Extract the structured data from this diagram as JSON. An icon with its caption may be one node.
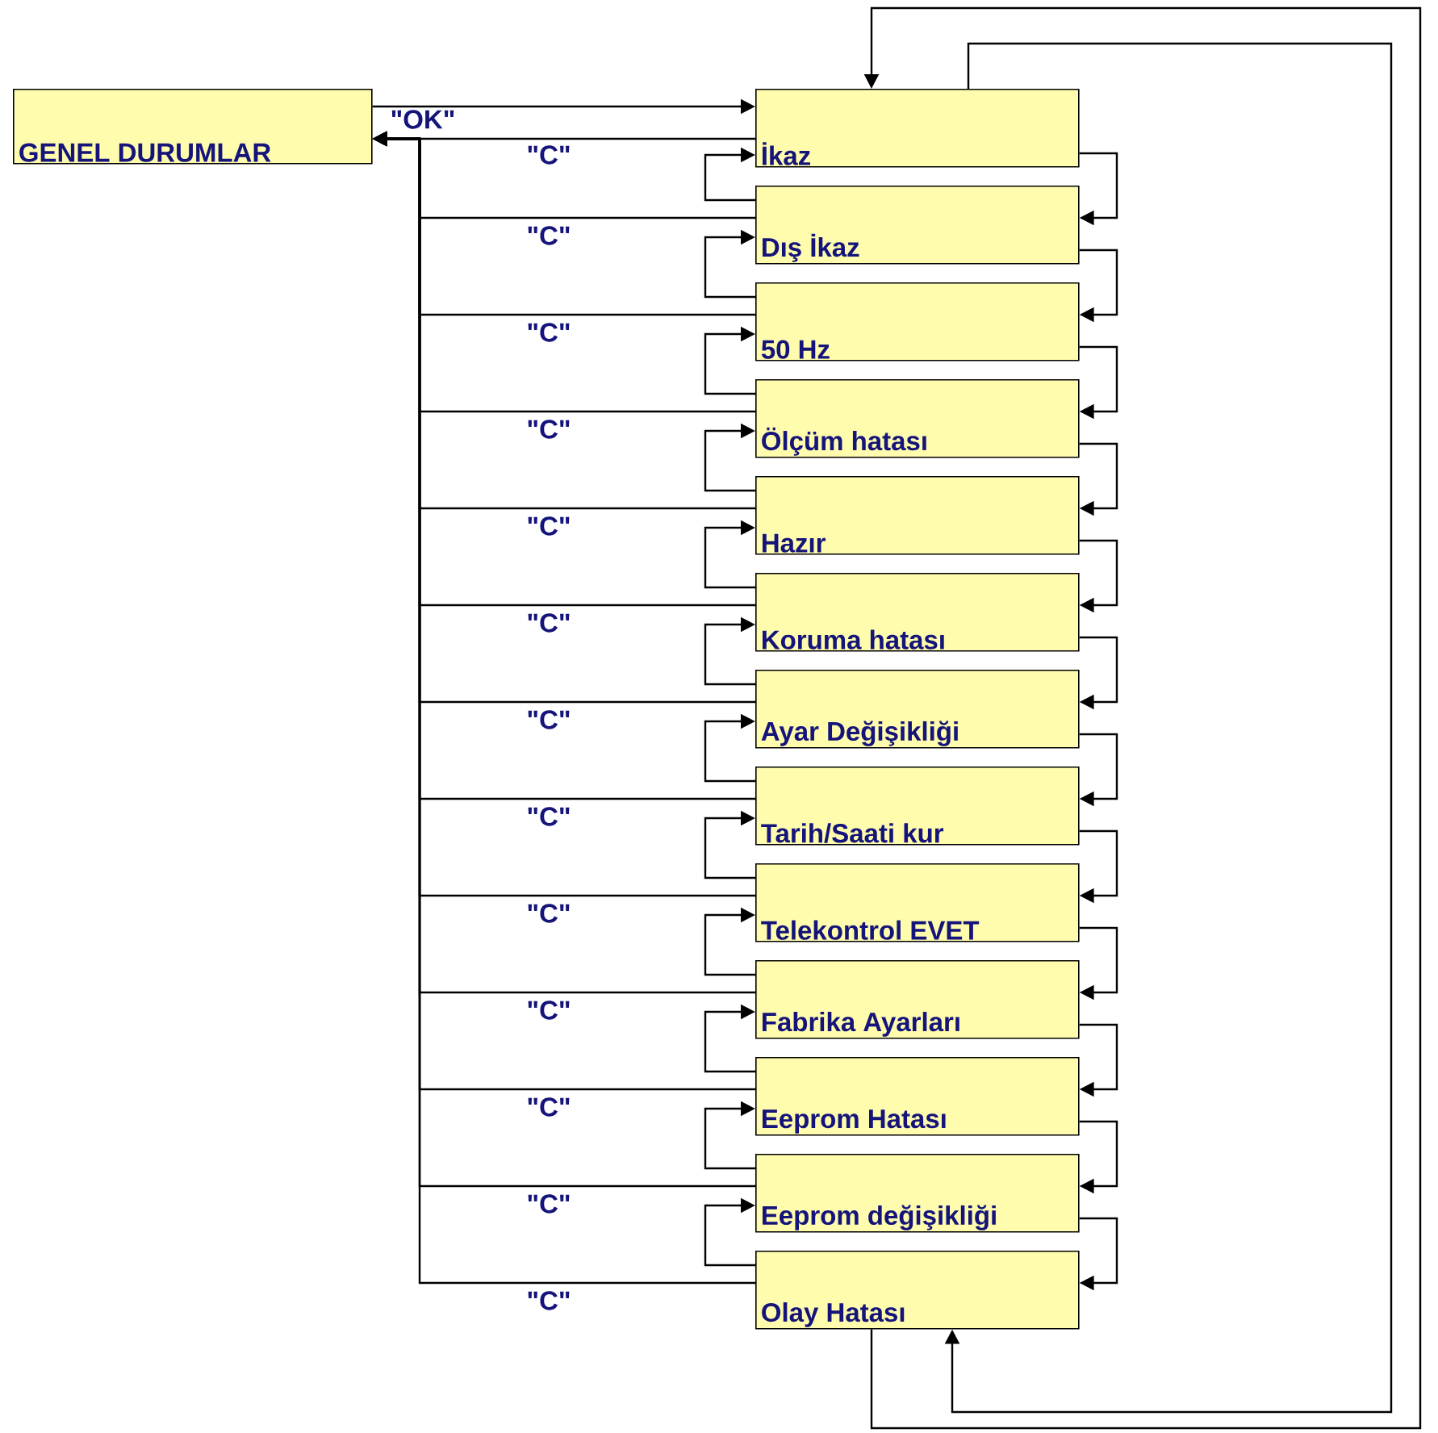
{
  "diagram": {
    "nodes": [
      {
        "text": [
          "GENEL DURUMLAR"
        ]
      },
      {
        "text": [
          "İkaz"
        ]
      },
      {
        "text": [
          "Dış İkaz"
        ]
      },
      {
        "text": [
          "50 Hz"
        ]
      },
      {
        "text": [
          "Ölçüm hatası"
        ]
      },
      {
        "text": [
          "Hazır"
        ]
      },
      {
        "text": [
          "Koruma hatası"
        ]
      },
      {
        "text": [
          "Ayar Değişikliği"
        ]
      },
      {
        "text": [
          "Tarih/Saati kur"
        ]
      },
      {
        "text": [
          "Telekontrol EVET"
        ]
      },
      {
        "text": [
          "Fabrika Ayarları"
        ]
      },
      {
        "text": [
          "Eeprom Hatası"
        ]
      },
      {
        "text": [
          "Eeprom değişikliği"
        ]
      },
      {
        "text": [
          "Olay Hatası"
        ]
      }
    ],
    "edges": [
      {
        "from": 0,
        "to": 1,
        "arrow": "to",
        "label": "\"OK\""
      },
      {
        "from": 1,
        "to": 0,
        "arrow": "to",
        "label": "\"C\""
      },
      {
        "from": 2,
        "to": 0,
        "arrow": "to",
        "label": "\"C\""
      },
      {
        "from": 3,
        "to": 0,
        "arrow": "to",
        "label": "\"C\""
      },
      {
        "from": 4,
        "to": 0,
        "arrow": "to",
        "label": "\"C\""
      },
      {
        "from": 5,
        "to": 0,
        "arrow": "to",
        "label": "\"C\""
      },
      {
        "from": 6,
        "to": 0,
        "arrow": "to",
        "label": "\"C\""
      },
      {
        "from": 7,
        "to": 0,
        "arrow": "to",
        "label": "\"C\""
      },
      {
        "from": 8,
        "to": 0,
        "arrow": "to",
        "label": "\"C\""
      },
      {
        "from": 9,
        "to": 0,
        "arrow": "to",
        "label": "\"C\""
      },
      {
        "from": 10,
        "to": 0,
        "arrow": "to",
        "label": "\"C\""
      },
      {
        "from": 11,
        "to": 0,
        "arrow": "to",
        "label": "\"C\""
      },
      {
        "from": 12,
        "to": 0,
        "arrow": "to",
        "label": "\"C\""
      },
      {
        "from": 13,
        "to": 0,
        "arrow": "to",
        "label": "\"C\""
      },
      {
        "from": 1,
        "to": 2,
        "arrow": "to"
      },
      {
        "from": 2,
        "to": 3,
        "arrow": "to"
      },
      {
        "from": 3,
        "to": 4,
        "arrow": "to"
      },
      {
        "from": 4,
        "to": 5,
        "arrow": "to"
      },
      {
        "from": 5,
        "to": 6,
        "arrow": "to"
      },
      {
        "from": 6,
        "to": 7,
        "arrow": "to"
      },
      {
        "from": 7,
        "to": 8,
        "arrow": "to"
      },
      {
        "from": 8,
        "to": 9,
        "arrow": "to"
      },
      {
        "from": 9,
        "to": 10,
        "arrow": "to"
      },
      {
        "from": 10,
        "to": 11,
        "arrow": "to"
      },
      {
        "from": 11,
        "to": 12,
        "arrow": "to"
      },
      {
        "from": 12,
        "to": 13,
        "arrow": "to"
      },
      {
        "from": 2,
        "to": 1,
        "arrow": "to"
      },
      {
        "from": 3,
        "to": 2,
        "arrow": "to"
      },
      {
        "from": 4,
        "to": 3,
        "arrow": "to"
      },
      {
        "from": 5,
        "to": 4,
        "arrow": "to"
      },
      {
        "from": 6,
        "to": 5,
        "arrow": "to"
      },
      {
        "from": 7,
        "to": 6,
        "arrow": "to"
      },
      {
        "from": 8,
        "to": 7,
        "arrow": "to"
      },
      {
        "from": 9,
        "to": 8,
        "arrow": "to"
      },
      {
        "from": 10,
        "to": 9,
        "arrow": "to"
      },
      {
        "from": 11,
        "to": 10,
        "arrow": "to"
      },
      {
        "from": 12,
        "to": 11,
        "arrow": "to"
      },
      {
        "from": 13,
        "to": 12,
        "arrow": "to"
      },
      {
        "from": 13,
        "to": 1,
        "arrow": "to"
      },
      {
        "from": 1,
        "to": 13,
        "arrow": "to"
      }
    ]
  }
}
